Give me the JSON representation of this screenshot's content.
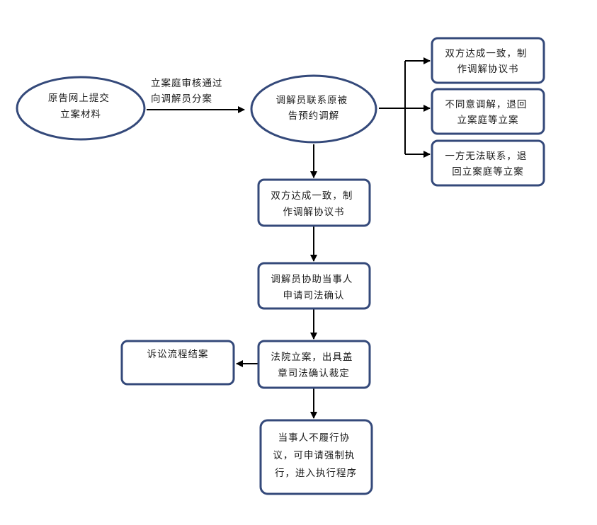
{
  "nodes": {
    "start": [
      "原告网上提交",
      "立案材料"
    ],
    "mediator_contact": [
      "调解员联系原被",
      "告预约调解"
    ],
    "side_agree": [
      "双方达成一致，制",
      "作调解协议书"
    ],
    "side_disagree": [
      "不同意调解，退回",
      "立案庭等立案"
    ],
    "side_unreachable": [
      "一方无法联系，退",
      "回立案庭等立案"
    ],
    "agree": [
      "双方达成一致，制",
      "作调解协议书"
    ],
    "assist": [
      "调解员协助当事人",
      "申请司法确认"
    ],
    "court": [
      "法院立案，出具盖",
      "章司法确认裁定"
    ],
    "end_litigation": [
      "诉讼流程结案"
    ],
    "enforce": [
      "当事人不履行协",
      "议，可申请强制执",
      "行，进入执行程序"
    ]
  },
  "edges": {
    "review": [
      "立案庭审核通过",
      "向调解员分案"
    ]
  },
  "colors": {
    "shape_stroke": "#34497a",
    "arrow": "#000000"
  }
}
